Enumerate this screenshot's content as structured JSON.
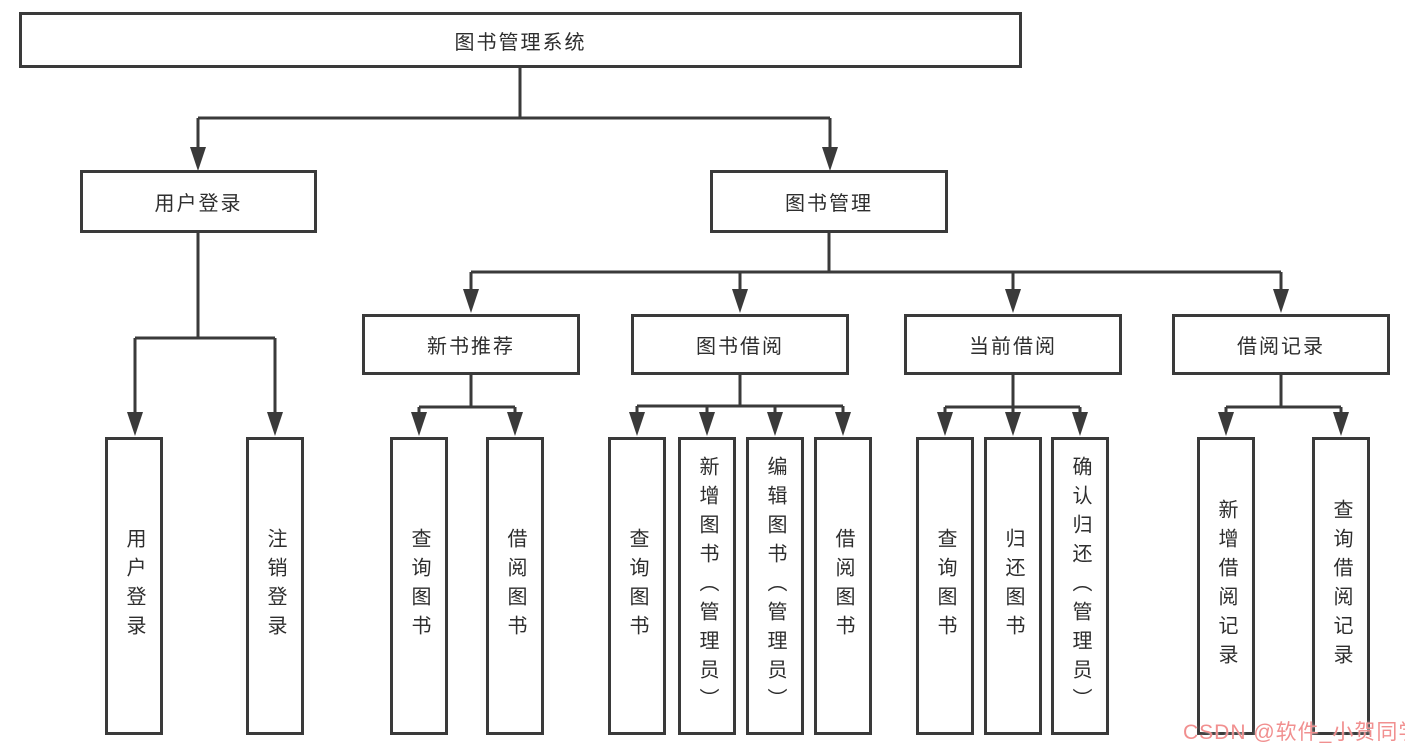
{
  "diagram": {
    "root": {
      "label": "图书管理系统"
    },
    "branches": [
      {
        "label": "用户登录",
        "children": [
          {
            "label": "用户登录"
          },
          {
            "label": "注销登录"
          }
        ]
      },
      {
        "label": "图书管理",
        "children": [
          {
            "label": "新书推荐",
            "children": [
              {
                "label": "查询图书"
              },
              {
                "label": "借阅图书"
              }
            ]
          },
          {
            "label": "图书借阅",
            "children": [
              {
                "label": "查询图书"
              },
              {
                "label": "新增图书（管理员）"
              },
              {
                "label": "编辑图书（管理员）"
              },
              {
                "label": "借阅图书"
              }
            ]
          },
          {
            "label": "当前借阅",
            "children": [
              {
                "label": "查询图书"
              },
              {
                "label": "归还图书"
              },
              {
                "label": "确认归还（管理员）"
              }
            ]
          },
          {
            "label": "借阅记录",
            "children": [
              {
                "label": "新增借阅记录"
              },
              {
                "label": "查询借阅记录"
              }
            ]
          }
        ]
      }
    ]
  },
  "watermark": {
    "text": "CSDN @软件_小贺同学"
  },
  "colors": {
    "line": "#3a3a3a",
    "text": "#2e2e2e",
    "background": "#ffffff",
    "watermark": "#f18f8f"
  }
}
